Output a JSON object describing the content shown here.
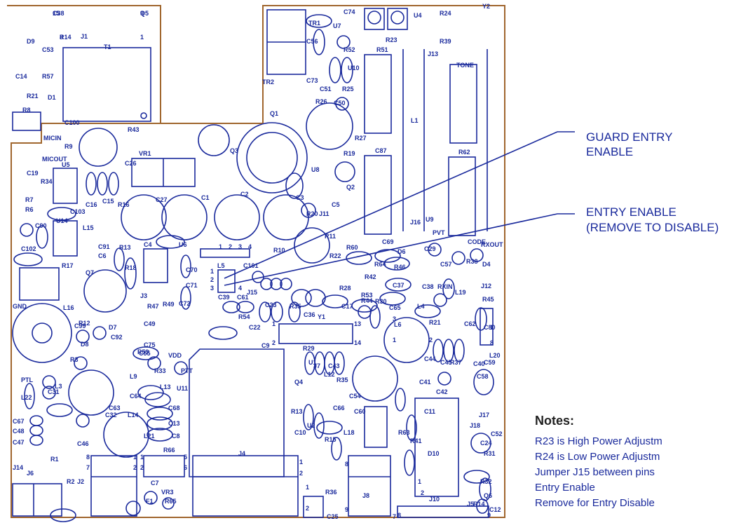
{
  "board_outline_color": "#a0662e",
  "silk_color": "#1a2a9c",
  "callouts": [
    {
      "id": "guard",
      "lines": [
        "GUARD ENTRY",
        "ENABLE"
      ]
    },
    {
      "id": "entry",
      "lines": [
        "ENTRY ENABLE",
        "(REMOVE TO DISABLE)"
      ]
    }
  ],
  "notes": {
    "title": "Notes:",
    "lines": [
      "R23 is High Power Adjustm",
      "R24 is Low Power Adjustm",
      "Jumper J15 between pins",
      "Entry Enable",
      "Remove for Entry Disable"
    ]
  },
  "board_labels": [
    "15",
    "9",
    "8",
    "1",
    "J1",
    "T1",
    "D9",
    "C53",
    "C14",
    "R57",
    "R21",
    "D1",
    "R8",
    "MICIN",
    "C100",
    "R43",
    "R9",
    "MICOUT",
    "U5",
    "C19",
    "R34",
    "C26",
    "VR1",
    "C16",
    "C15",
    "R16",
    "R7",
    "R6",
    "C103",
    "U14",
    "C90",
    "L15",
    "C102",
    "C91",
    "R13",
    "R17",
    "Q7",
    "C6",
    "R18",
    "C27",
    "C1",
    "C2",
    "C3",
    "C4",
    "U6",
    "C70",
    "C71",
    "C72",
    "J3",
    "R47",
    "R49",
    "C49",
    "GND",
    "L16",
    "C99",
    "R12",
    "D7",
    "D8",
    "C92",
    "R59",
    "C55",
    "C75",
    "VDD",
    "R33",
    "R3",
    "L9",
    "L13",
    "U11",
    "PTT",
    "PTL",
    "C31",
    "L3",
    "L22",
    "C32",
    "C64",
    "L14",
    "C68",
    "C13",
    "C67",
    "C48",
    "C47",
    "C46",
    "C63",
    "C8",
    "L21",
    "R66",
    "J4",
    "J14",
    "J6",
    "R1",
    "R2",
    "J2",
    "C7",
    "VR3",
    "F1",
    "R65",
    "TR2",
    "TR1",
    "U7",
    "C56",
    "R52",
    "C74",
    "R51",
    "R23",
    "U4",
    "R24",
    "Y2",
    "R39",
    "J13",
    "TONE",
    "C73",
    "U10",
    "C51",
    "R25",
    "R26",
    "C50",
    "R27",
    "C87",
    "R19",
    "U8",
    "Q2",
    "Q1",
    "Q3",
    "L1",
    "C5",
    "J11",
    "R20",
    "R11",
    "R10",
    "R62",
    "J16",
    "U9",
    "PVT",
    "RXOUT",
    "CODE",
    "C69",
    "R60",
    "D6",
    "C29",
    "C57",
    "R38",
    "D4",
    "R64",
    "R46",
    "R22",
    "L5",
    "C101",
    "J15",
    "R54",
    "R42",
    "R28",
    "R53",
    "C37",
    "C38",
    "RXIN",
    "L19",
    "J12",
    "R45",
    "R44",
    "R30",
    "C17",
    "C65",
    "L4",
    "L6",
    "R21",
    "C62",
    "C39",
    "C61",
    "C23",
    "C22",
    "R35",
    "Y1",
    "C36",
    "L20",
    "C9",
    "R29",
    "U1",
    "J7",
    "L12",
    "C43",
    "C44",
    "C45",
    "R37",
    "C40",
    "C41",
    "C42",
    "C58",
    "R35",
    "Q4",
    "R13",
    "C54",
    "C60",
    "C66",
    "U2",
    "R15",
    "C10",
    "L18",
    "R36",
    "C25",
    "J8",
    "J5",
    "J10",
    "J17",
    "J18",
    "C24",
    "R31",
    "R32",
    "Q6",
    "R14",
    "C12",
    "R41",
    "R63",
    "D10",
    "C11",
    "C80",
    "C59",
    "C52",
    "C38",
    "Q5",
    "R14"
  ],
  "pin_labels": [
    "1",
    "2",
    "3",
    "4",
    "1",
    "2",
    "3",
    "4",
    "13",
    "14",
    "1",
    "2",
    "1",
    "2",
    "8",
    "7",
    "1",
    "2",
    "5",
    "6",
    "1",
    "2",
    "1",
    "2",
    "8",
    "9",
    "1",
    "2",
    "3",
    "1",
    "2",
    "7",
    "8",
    "9",
    "1",
    "8"
  ]
}
